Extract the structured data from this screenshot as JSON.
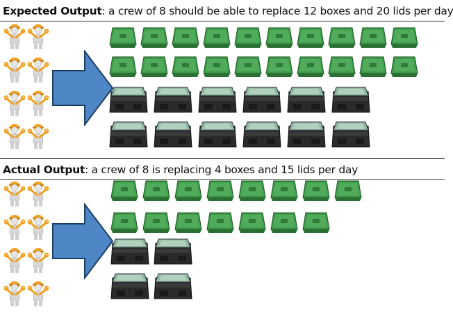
{
  "expected": {
    "label": "Expected Output",
    "text": ": a crew of 8 should be able to replace 12 boxes and 20 lids per day",
    "crew": 8,
    "boxes": 12,
    "lids": 20
  },
  "actual": {
    "label": "Actual Output",
    "text": ": a crew of 8 is replacing 4 boxes and 15 lids per day",
    "crew": 8,
    "boxes": 4,
    "lids": 15
  },
  "colors": {
    "arrow": "#4f86c6",
    "arrow_stroke": "#1c3f66",
    "lid": "#3f9a4a",
    "box": "#222222",
    "worker_helmet": "#f0a020",
    "worker_body": "#d8d8d8"
  },
  "icons": {
    "worker": "worker-with-wrench-icon",
    "arrow": "right-arrow-icon",
    "lid": "green-lid-icon",
    "box": "meter-box-icon"
  }
}
